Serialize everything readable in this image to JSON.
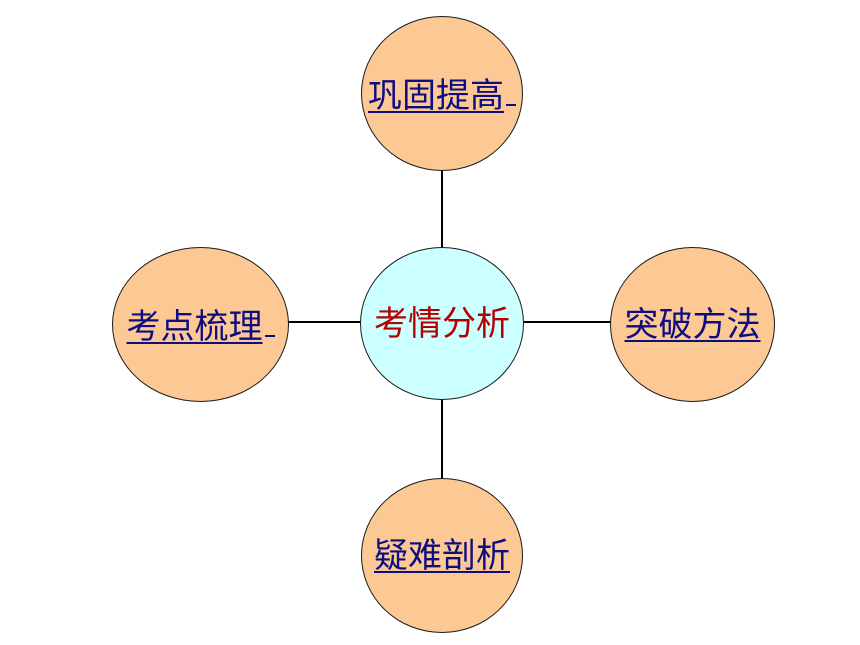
{
  "colors": {
    "outer_fill": "#fcc994",
    "center_fill": "#ccffff",
    "link_text": "#0d0d80",
    "center_text": "#b30000",
    "line": "#000000"
  },
  "center": {
    "label": "考情分析"
  },
  "nodes": {
    "top": {
      "label": "巩固提高"
    },
    "left": {
      "label": "考点梳理"
    },
    "right": {
      "label": "突破方法"
    },
    "bottom": {
      "label": "疑难剖析"
    }
  }
}
